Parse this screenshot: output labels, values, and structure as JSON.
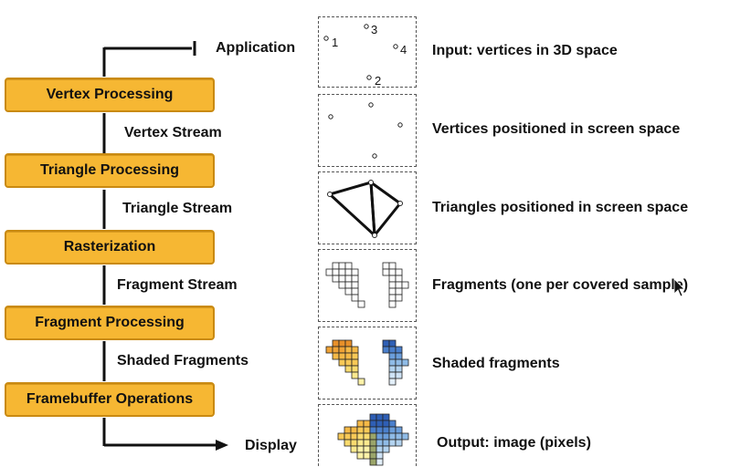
{
  "pipeline": {
    "top_label": "Application",
    "bottom_label": "Display",
    "stages": [
      {
        "label": "Vertex Processing"
      },
      {
        "label": "Triangle Processing"
      },
      {
        "label": "Rasterization"
      },
      {
        "label": "Fragment Processing"
      },
      {
        "label": "Framebuffer Operations"
      }
    ],
    "streams": [
      {
        "label": "Vertex Stream"
      },
      {
        "label": "Triangle Stream"
      },
      {
        "label": "Fragment Stream"
      },
      {
        "label": "Shaded Fragments"
      }
    ]
  },
  "panels": [
    {
      "description": "Input: vertices in 3D space",
      "vertex_labels": [
        "1",
        "2",
        "3",
        "4"
      ]
    },
    {
      "description": "Vertices positioned in screen space"
    },
    {
      "description": "Triangles positioned in screen space"
    },
    {
      "description": "Fragments (one per covered sample)"
    },
    {
      "description": "Shaded fragments"
    },
    {
      "description": "Output: image (pixels)"
    }
  ],
  "colors": {
    "stage_fill": "#f6b733",
    "stage_border": "#c98a12",
    "line": "#111111"
  }
}
